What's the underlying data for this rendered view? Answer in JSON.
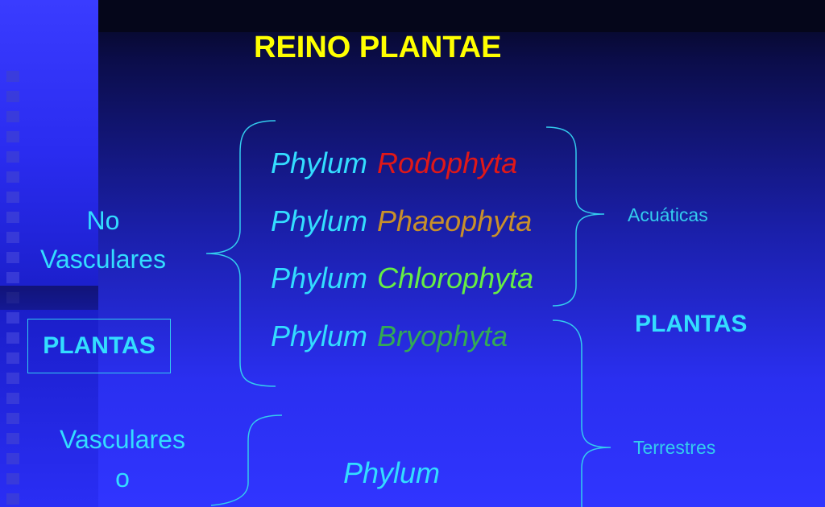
{
  "title": "REINO PLANTAE",
  "phyla": [
    {
      "prefix": "Phylum",
      "name": "Rodophyta",
      "color": "#e01818"
    },
    {
      "prefix": "Phylum",
      "name": "Phaeophyta",
      "color": "#c8902a"
    },
    {
      "prefix": "Phylum",
      "name": "Chlorophyta",
      "color": "#66ee44"
    },
    {
      "prefix": "Phylum",
      "name": "Bryophyta",
      "color": "#33aa55"
    }
  ],
  "left_labels": {
    "no_vasculares_line1": "No",
    "no_vasculares_line2": "Vasculares",
    "plantas_box": "PLANTAS",
    "vasculares_line1": "Vasculares",
    "vasculares_line2": "o"
  },
  "right_labels": {
    "acuaticas": "Acuáticas",
    "plantas": "PLANTAS",
    "terrestres": "Terrestres"
  },
  "bottom_phylum": "Phylum",
  "colors": {
    "title": "#ffff00",
    "text": "#33ddff",
    "bracket": "#33ccee"
  }
}
